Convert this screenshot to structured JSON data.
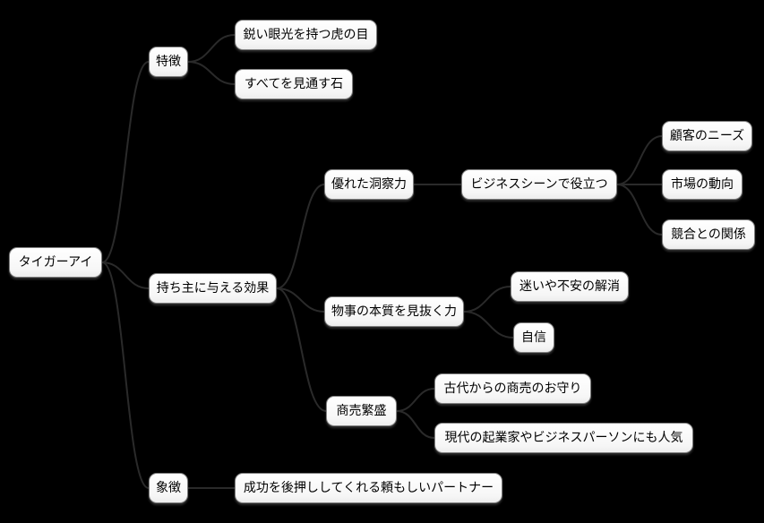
{
  "diagram": {
    "type": "mindmap",
    "colors": {
      "background": "#000000",
      "node_fill": "#ffffff",
      "node_border": "#7f7f7f",
      "node_text": "#000000",
      "connector_line": "#2a2a2a"
    },
    "tree": {
      "label": "タイガーアイ",
      "children": [
        {
          "label": "特徴",
          "children": [
            {
              "label": "鋭い眼光を持つ虎の目"
            },
            {
              "label": "すべてを見通す石"
            }
          ]
        },
        {
          "label": "持ち主に与える効果",
          "children": [
            {
              "label": "優れた洞察力",
              "children": [
                {
                  "label": "ビジネスシーンで役立つ",
                  "children": [
                    {
                      "label": "顧客のニーズ"
                    },
                    {
                      "label": "市場の動向"
                    },
                    {
                      "label": "競合との関係"
                    }
                  ]
                }
              ]
            },
            {
              "label": "物事の本質を見抜く力",
              "children": [
                {
                  "label": "迷いや不安の解消"
                },
                {
                  "label": "自信"
                }
              ]
            },
            {
              "label": "商売繁盛",
              "children": [
                {
                  "label": "古代からの商売のお守り"
                },
                {
                  "label": "現代の起業家やビジネスパーソンにも人気"
                }
              ]
            }
          ]
        },
        {
          "label": "象徴",
          "children": [
            {
              "label": "成功を後押ししてくれる頼もしいパートナー"
            }
          ]
        }
      ]
    }
  }
}
